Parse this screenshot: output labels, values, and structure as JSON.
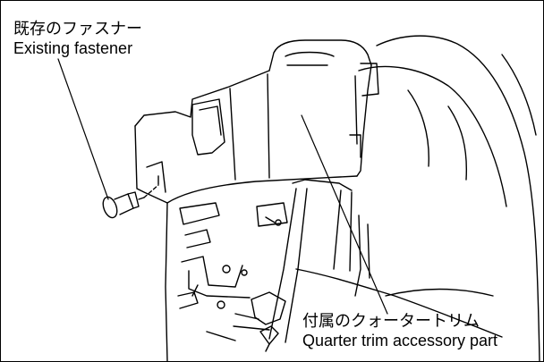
{
  "callouts": {
    "fastener": {
      "ja": "既存のファスナー",
      "en": "Existing fastener"
    },
    "trim": {
      "ja": "付属のクォータートリム",
      "en": "Quarter trim accessory part"
    }
  },
  "colors": {
    "line": "#000000",
    "background": "#ffffff",
    "border": "#000000"
  }
}
